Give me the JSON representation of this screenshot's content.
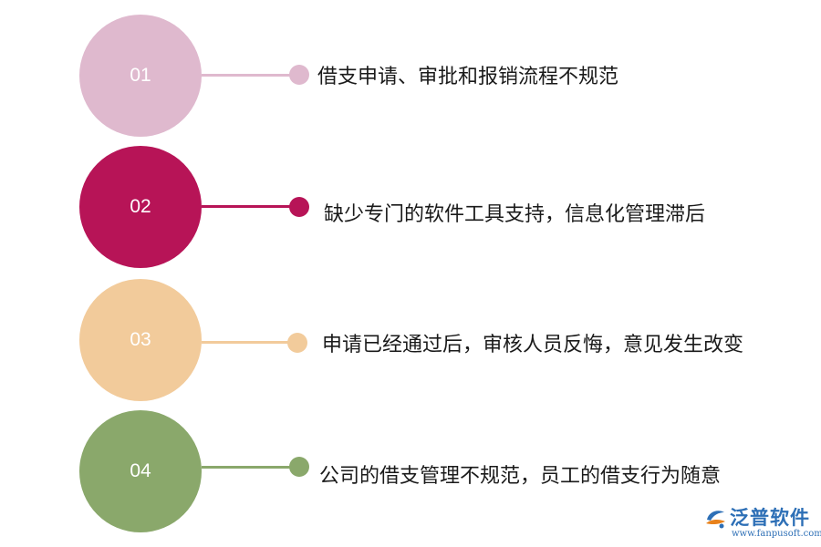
{
  "colors": {
    "item1": "#dfb9ce",
    "item2": "#b71457",
    "item3": "#f2cb9b",
    "item4": "#8aa86b",
    "brand": "#2d6fb6",
    "text": "#1a1a1a"
  },
  "items": [
    {
      "number": "01",
      "text": "借支申请、审批和报销流程不规范"
    },
    {
      "number": "02",
      "text": "缺少专门的软件工具支持，信息化管理滞后"
    },
    {
      "number": "03",
      "text": "申请已经通过后，审核人员反悔，意见发生改变"
    },
    {
      "number": "04",
      "text": "公司的借支管理不规范，员工的借支行为随意"
    }
  ],
  "logo": {
    "name": "泛普软件",
    "url": "www.fanpusoft.com",
    "icon": "fanpu-logo-icon"
  }
}
